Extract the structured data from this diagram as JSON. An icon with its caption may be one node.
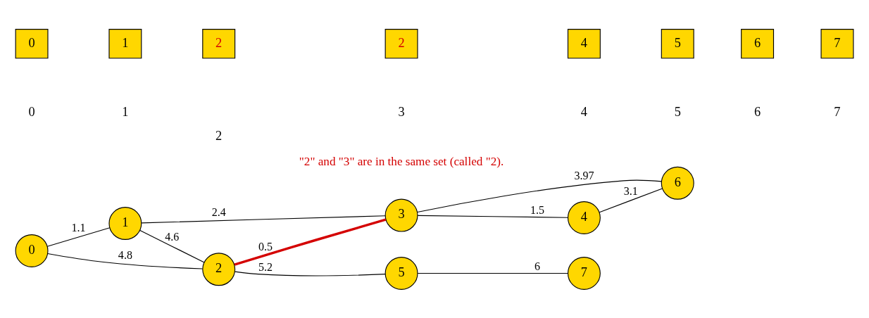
{
  "diagram": {
    "nodes": [
      {
        "text": [
          "0"
        ]
      },
      {
        "text": [
          "1"
        ]
      },
      {
        "text": [
          "2"
        ]
      },
      {
        "text": [
          "3"
        ]
      },
      {
        "text": [
          "4"
        ]
      },
      {
        "text": [
          "5"
        ]
      },
      {
        "text": [
          "6"
        ]
      },
      {
        "text": [
          "7"
        ]
      },
      {
        "text": [
          "0"
        ]
      },
      {
        "text": [
          "1"
        ]
      },
      {
        "text": [
          "2"
        ]
      },
      {
        "text": [
          "2"
        ]
      },
      {
        "text": [
          "4"
        ]
      },
      {
        "text": [
          "5"
        ]
      },
      {
        "text": [
          "6"
        ]
      },
      {
        "text": [
          "7"
        ]
      }
    ],
    "edges": [
      {
        "from": 0,
        "to": 1,
        "arrow": "none",
        "label": "1.1"
      },
      {
        "from": 0,
        "to": 2,
        "arrow": "none",
        "label": "4.8"
      },
      {
        "from": 1,
        "to": 3,
        "arrow": "none",
        "label": "2.4"
      },
      {
        "from": 1,
        "to": 2,
        "arrow": "none",
        "label": "4.6"
      },
      {
        "from": 2,
        "to": 3,
        "arrow": "none",
        "label": "0.5",
        "style": "thick",
        "color": "#d40000"
      },
      {
        "from": 3,
        "to": 4,
        "arrow": "none",
        "label": "1.5"
      },
      {
        "from": 3,
        "to": 6,
        "arrow": "none",
        "label": "3.97"
      },
      {
        "from": 4,
        "to": 6,
        "arrow": "none",
        "label": "3.1"
      },
      {
        "from": 2,
        "to": 5,
        "arrow": "none",
        "label": "5.2"
      },
      {
        "from": 5,
        "to": 7,
        "arrow": "none",
        "label": "6"
      }
    ],
    "labels": [
      "0",
      "1",
      "2",
      "3",
      "4",
      "5",
      "6",
      "7",
      "\"2\" and \"3\" are in the same set (called \"2)."
    ]
  }
}
